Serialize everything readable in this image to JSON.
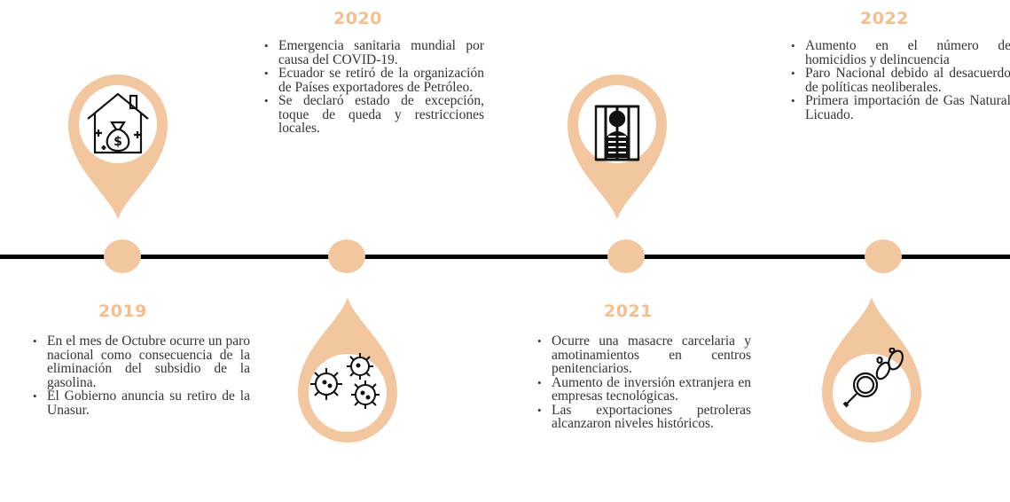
{
  "colors": {
    "accent": "#f2c08f",
    "pin": "#f2c79f",
    "axis": "#000000"
  },
  "events": [
    {
      "year": "2019",
      "icon": "house-money-bag-icon",
      "items": [
        "En el mes de Octubre ocurre un paro nacional como consecuencia de la eliminación del subsidio de la gasolina.",
        "El Gobierno anuncia su retiro de la Unasur."
      ]
    },
    {
      "year": "2020",
      "icon": "virus-icon",
      "items": [
        "Emergencia sanitaria mundial por causa del COVID-19.",
        "Ecuador se retiró de la organización de Países exportadores de Petróleo.",
        "Se declaró estado de excepción, toque de queda y restricciones locales."
      ]
    },
    {
      "year": "2021",
      "icon": "prisoner-bars-icon",
      "items": [
        "Ocurre una masacre carcelaria y amotinamientos en centros penitenciarios.",
        "Aumento de inversión extranjera en empresas tecnológicas.",
        "Las exportaciones petroleras alcanzaron niveles históricos."
      ]
    },
    {
      "year": "2022",
      "icon": "investigation-footprints-icon",
      "items": [
        "Aumento en el número de homicidios y delincuencia",
        "Paro Nacional debido al desacuerdo de políticas neoliberales.",
        "Primera importación de Gas Natural Licuado."
      ]
    }
  ]
}
